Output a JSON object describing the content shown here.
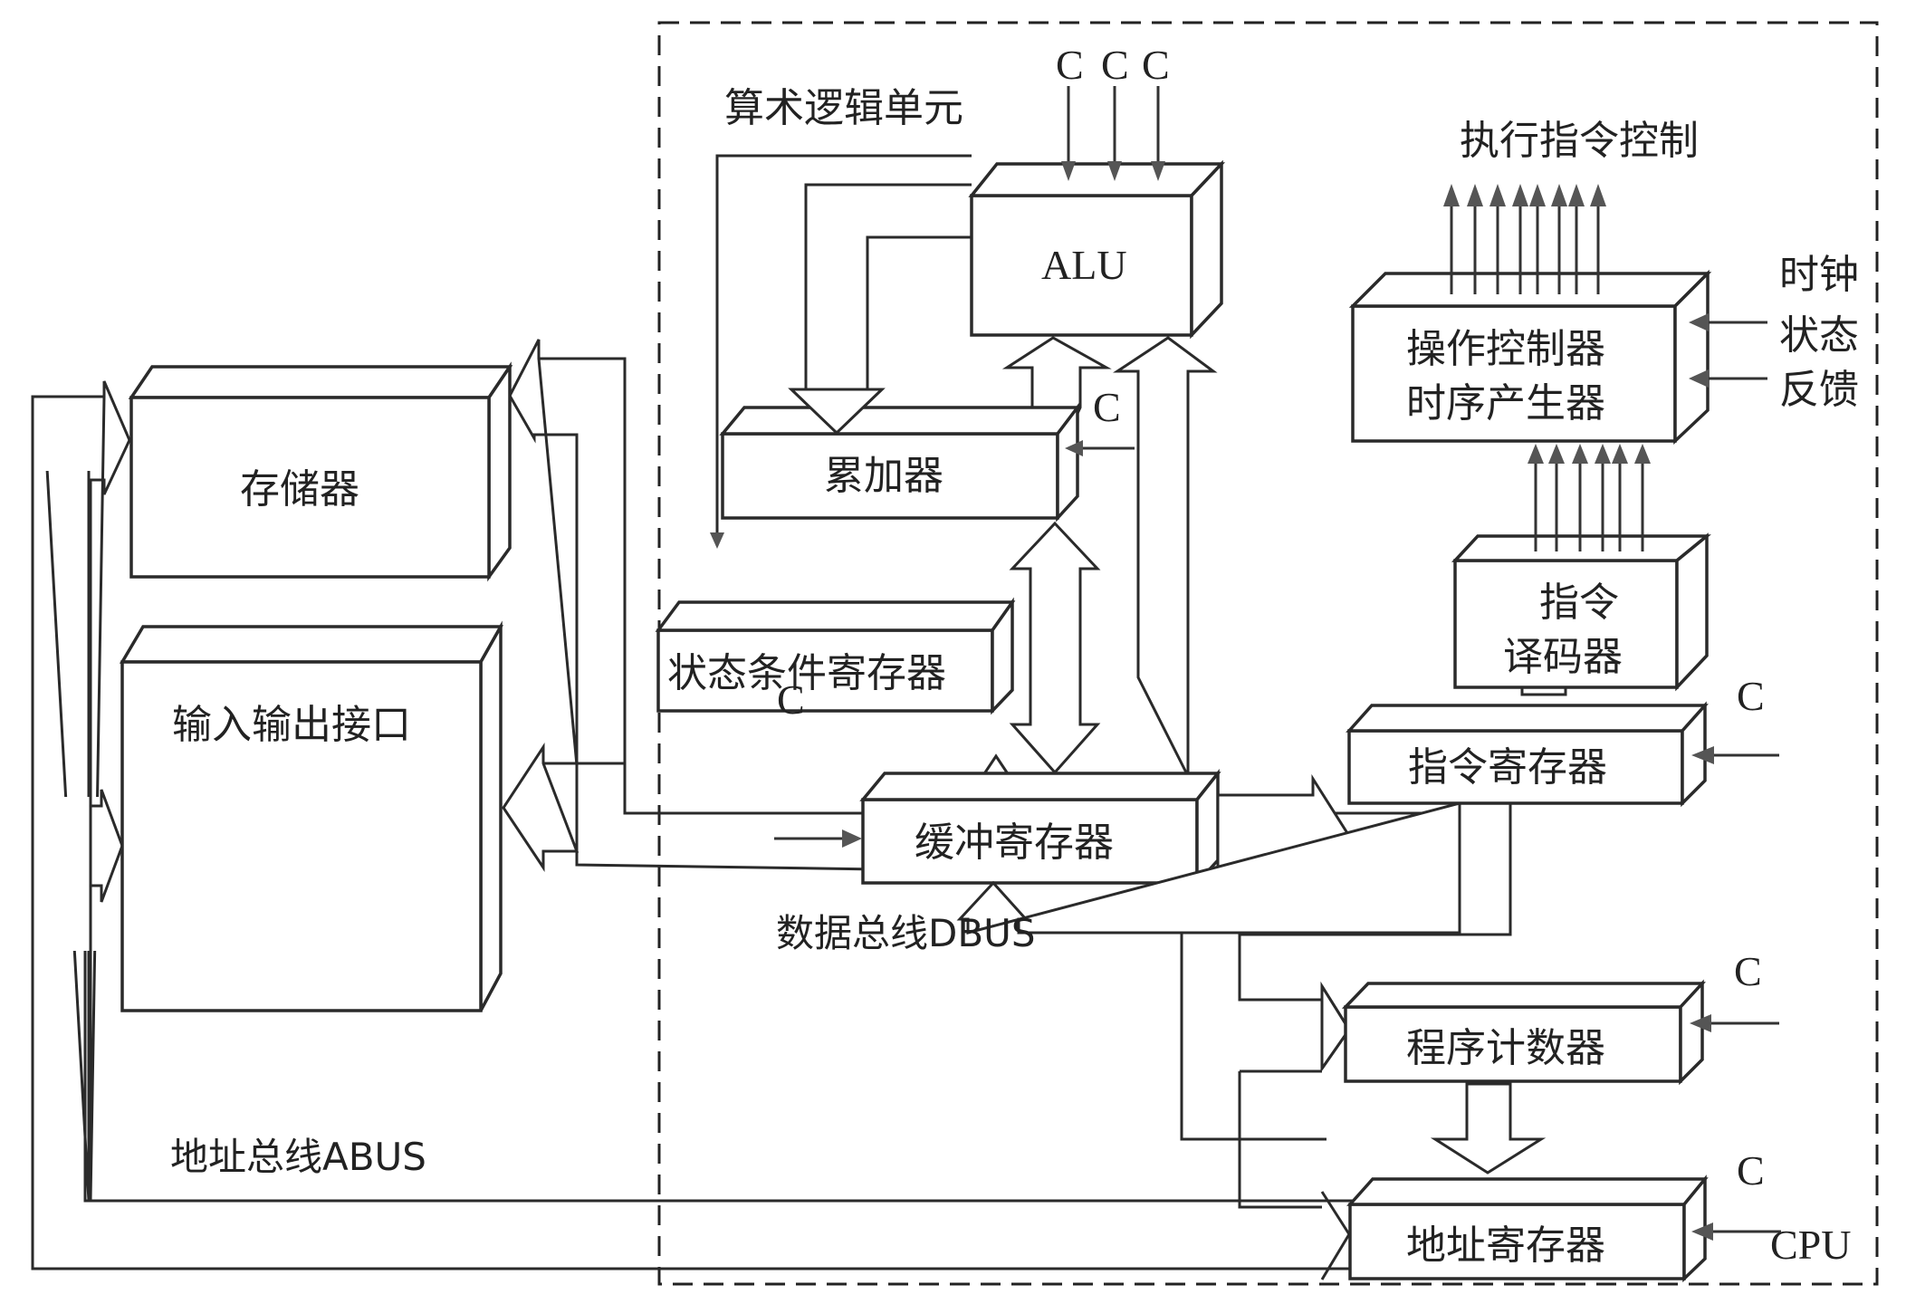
{
  "diagram": {
    "title": "CPU structure block diagram",
    "cpu_label": "CPU",
    "alu_group_label": "算术逻辑单元",
    "exec_control_label": "执行指令控制",
    "dbus_label": "数据总线DBUS",
    "abus_label": "地址总线ABUS",
    "control_signal": "C",
    "side_inputs": [
      "时钟",
      "状态",
      "反馈"
    ],
    "blocks": {
      "memory": "存储器",
      "io": "输入输出接口",
      "alu": "ALU",
      "accumulator": "累加器",
      "status_register": "状态条件寄存器",
      "buffer_register": "缓冲寄存器",
      "op_controller_line1": "操作控制器",
      "op_controller_line2": "时序产生器",
      "decoder_line1": "指令",
      "decoder_line2": "译码器",
      "instruction_register": "指令寄存器",
      "program_counter": "程序计数器",
      "address_register": "地址寄存器"
    }
  }
}
